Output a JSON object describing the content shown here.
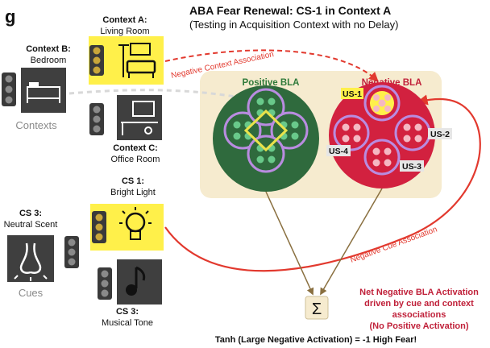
{
  "panel_letter": "g",
  "title": "ABA Fear Renewal: CS-1 in Context A",
  "subtitle": "(Testing in Acquisition Context with no Delay)",
  "contexts": {
    "a": {
      "name": "Context A:",
      "desc": "Living Room"
    },
    "b": {
      "name": "Context B:",
      "desc": "Bedroom"
    },
    "c": {
      "name": "Context C:",
      "desc": "Office Room"
    },
    "group_label": "Contexts"
  },
  "cues": {
    "cs1": {
      "name": "CS 1:",
      "desc": "Bright Light"
    },
    "cs3_scent": {
      "name": "CS 3:",
      "desc": "Neutral Scent"
    },
    "cs3_tone": {
      "name": "CS 3:",
      "desc": "Musical Tone"
    },
    "group_label": "Cues"
  },
  "bla": {
    "positive_label": "Positive BLA",
    "negative_label": "Negative BLA",
    "us_labels": {
      "us1": "US-1",
      "us2": "US-2",
      "us3": "US-3",
      "us4": "US-4"
    }
  },
  "arrows": {
    "context_assoc": "Negative Context Association",
    "cue_assoc": "Negative Cue Association"
  },
  "sigma": "Σ",
  "result": {
    "line1": "Net Negative BLA Activation",
    "line2": "driven by cue and context",
    "line3": "associations",
    "line4": "(No Positive Activation)"
  },
  "bottom_formula": "Tanh (Large Negative Activation) = -1 High Fear!",
  "colors": {
    "highlight_yellow": "#fff04a",
    "panel_tan": "#f6ebcf",
    "positive_green": "#2f6a3d",
    "negative_red": "#d2213f",
    "arrow_red": "#e2392e",
    "text_red": "#c0213a",
    "text_green": "#2f7a3a",
    "neuron_purple": "#b98ce0",
    "icon_gray": "#444444",
    "contexts_gray": "#8a8a8a"
  }
}
